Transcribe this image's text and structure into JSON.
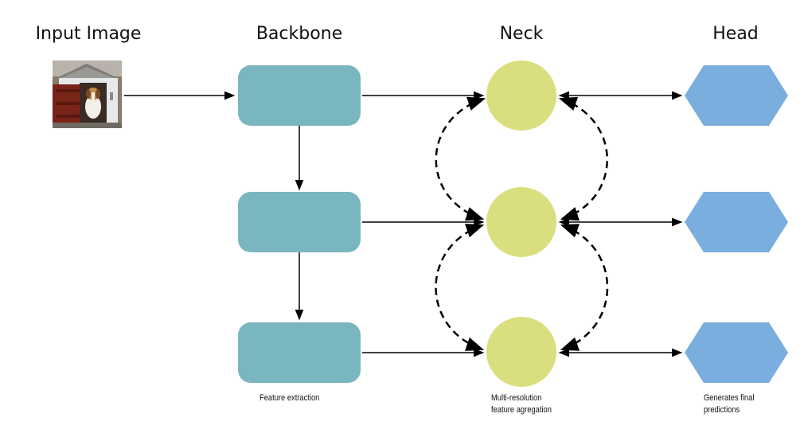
{
  "headings": {
    "input": "Input Image",
    "backbone": "Backbone",
    "neck": "Neck",
    "head": "Head"
  },
  "captions": {
    "backbone": "Feature extraction",
    "neck_line1": "Multi-resolution",
    "neck_line2": "feature agregation",
    "head_line1": "Generates final",
    "head_line2": "predictions"
  },
  "colors": {
    "backbone": "#7ab6be",
    "neck": "#d9df7e",
    "head": "#7aaede",
    "arrow": "#000000"
  }
}
